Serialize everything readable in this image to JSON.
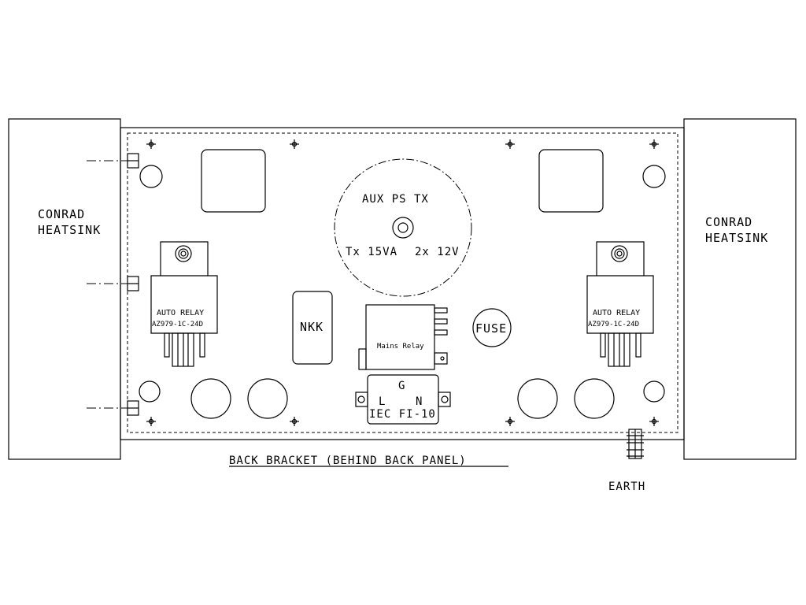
{
  "labels": {
    "heatsink_left_line1": "CONRAD",
    "heatsink_left_line2": "HEATSINK",
    "heatsink_right_line1": "CONRAD",
    "heatsink_right_line2": "HEATSINK",
    "transformer_title": "AUX PS TX",
    "transformer_spec_1": "Tx 15VA",
    "transformer_spec_2": "2x 12V",
    "relay_left_line1": "AUTO RELAY",
    "relay_left_line2": "AZ979-1C-24D",
    "relay_right_line1": "AUTO RELAY",
    "relay_right_line2": "AZ979-1C-24D",
    "switch": "NKK",
    "mains_relay": "Mains Relay",
    "fuse": "FUSE",
    "iec_g": "G",
    "iec_l": "L",
    "iec_n": "N",
    "iec_model": "IEC FI-10",
    "back_bracket": "BACK BRACKET (BEHIND BACK PANEL)",
    "earth": "EARTH"
  }
}
